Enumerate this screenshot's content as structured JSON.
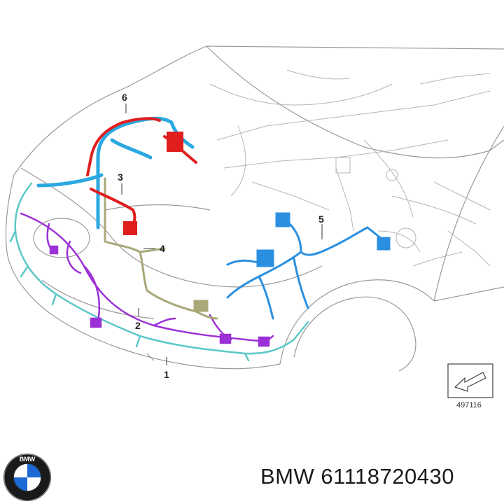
{
  "diagram": {
    "callouts": [
      {
        "id": "1",
        "label": "1"
      },
      {
        "id": "2",
        "label": "2"
      },
      {
        "id": "3",
        "label": "3"
      },
      {
        "id": "4",
        "label": "4"
      },
      {
        "id": "5",
        "label": "5"
      },
      {
        "id": "6",
        "label": "6"
      }
    ],
    "reference_code": "497116",
    "harness_colors": {
      "1": "#5bc8c8",
      "2": "#9b30d6",
      "3": "#e01e1e",
      "4": "#a8a878",
      "5": "#2a8fe0",
      "6": "#2aa8e0"
    }
  },
  "footer": {
    "brand": "BMW",
    "part_number": "61118720430",
    "logo_letters": "BMW"
  }
}
